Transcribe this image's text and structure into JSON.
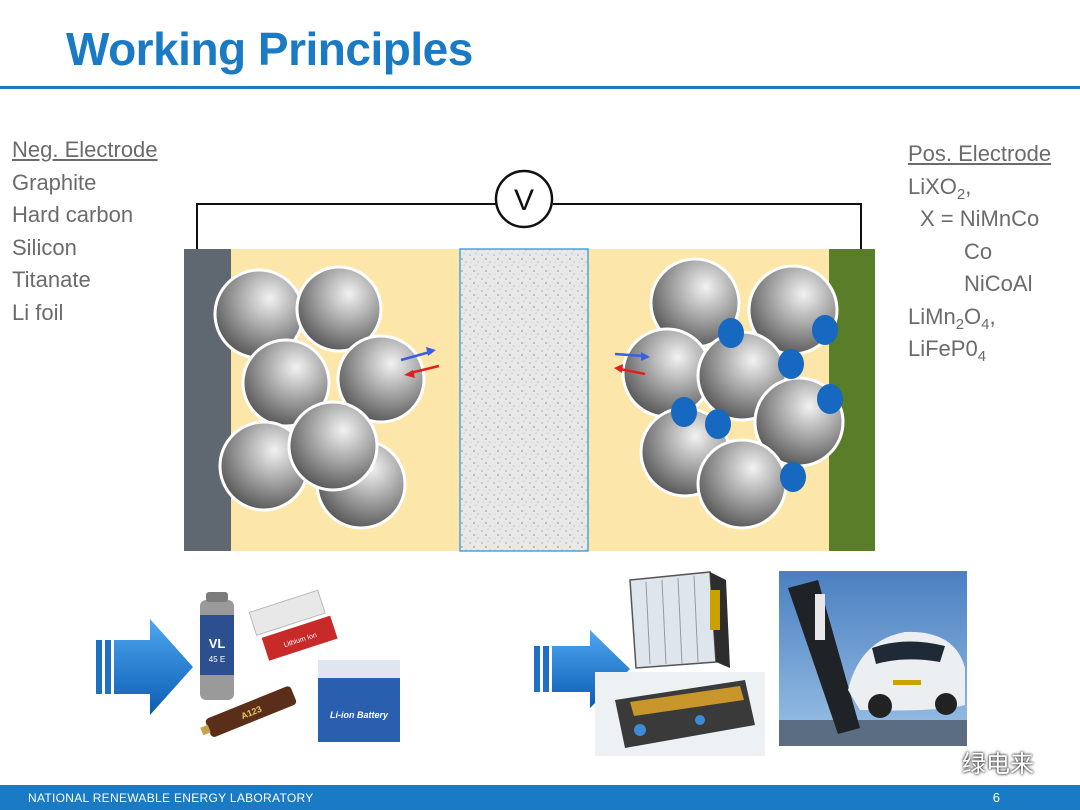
{
  "title": "Working Principles",
  "negative_electrode": {
    "heading": "Neg. Electrode",
    "items": [
      "Graphite",
      "Hard carbon",
      "Silicon",
      "Titanate",
      "Li foil"
    ]
  },
  "positive_electrode": {
    "heading": "Pos. Electrode",
    "lines": [
      {
        "text": "LiXO",
        "sub": "2",
        "suffix": ","
      },
      {
        "text": "X = NiMnCo",
        "sub": "",
        "suffix": ""
      },
      {
        "text": "Co",
        "sub": "",
        "suffix": ""
      },
      {
        "text": "NiCoAl",
        "sub": "",
        "suffix": ""
      },
      {
        "text": "LiMn",
        "sub": "2",
        "mid": "O",
        "sub2": "4",
        "suffix": ","
      },
      {
        "text": "LiFeP0",
        "sub": "4",
        "suffix": ""
      }
    ]
  },
  "voltmeter_label": "V",
  "battery_labels": {
    "cell1_line1": "VL",
    "cell1_line2": "45 E",
    "pouch_text": "Lithium Ion",
    "box_text": "Li-ion Battery",
    "cyl_text": "A123"
  },
  "footer": {
    "organization": "NATIONAL RENEWABLE ENERGY LABORATORY",
    "page_number": "6"
  },
  "watermark": "绿电来",
  "colors": {
    "accent": "#1a7ac4",
    "electrolyte": "#fde6a9",
    "negative_collector": "#5f6870",
    "positive_collector": "#5a7d2a",
    "lithium_ion": "#1668c0"
  }
}
